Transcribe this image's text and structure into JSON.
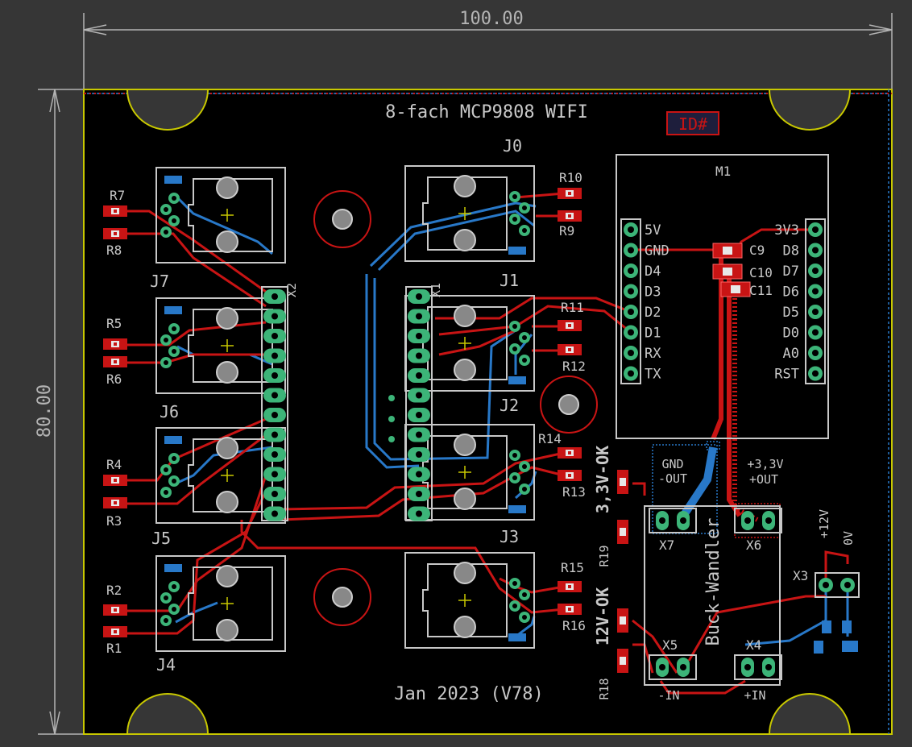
{
  "dimensions": {
    "width_label": "100.00",
    "height_label": "80.00"
  },
  "board": {
    "title": "8-fach MCP9808 WIFI",
    "date": "Jan 2023 (V78)",
    "id_box_label": "ID#",
    "colors": {
      "background": "#000000",
      "outline": "#c8c800",
      "silkscreen": "#c8c8c8",
      "top_copper": "#c81414",
      "bottom_copper": "#2878c8",
      "pad": "#3cb478",
      "dimension": "#b4b4b4"
    }
  },
  "parts": {
    "J0": "J0",
    "J1": "J1",
    "J2": "J2",
    "J3": "J3",
    "J4": "J4",
    "J5": "J5",
    "J6": "J6",
    "J7": "J7",
    "M1": "M1",
    "X1": "X1",
    "X2": "X2",
    "X3": "X3",
    "X4": "X4",
    "X5": "X5",
    "X6": "X6",
    "X7": "X7",
    "R1": "R1",
    "R2": "R2",
    "R3": "R3",
    "R4": "R4",
    "R5": "R5",
    "R6": "R6",
    "R7": "R7",
    "R8": "R8",
    "R9": "R9",
    "R10": "R10",
    "R11": "R11",
    "R12": "R12",
    "R13": "R13",
    "R14": "R14",
    "R15": "R15",
    "R16": "R16",
    "R18": "R18",
    "R19": "R19",
    "C9": "C9",
    "C10": "C10",
    "C11": "C11"
  },
  "m1_pins_left": [
    "5V",
    "GND",
    "D4",
    "D3",
    "D2",
    "D1",
    "RX",
    "TX"
  ],
  "m1_pins_right": [
    "3V3",
    "D8",
    "D7",
    "D6",
    "D5",
    "D0",
    "A0",
    "RST"
  ],
  "labels": {
    "buck": "Buck-Wandler",
    "v33_ok": "3,3V-OK",
    "v12_ok": "12V-OK",
    "gnd_out_1": "GND",
    "gnd_out_2": "-OUT",
    "v33_out_1": "+3,3V",
    "v33_out_2": "+OUT",
    "in_minus": "-IN",
    "in_plus": "+IN",
    "x3_12v": "+12V",
    "x3_0v": "0V"
  }
}
